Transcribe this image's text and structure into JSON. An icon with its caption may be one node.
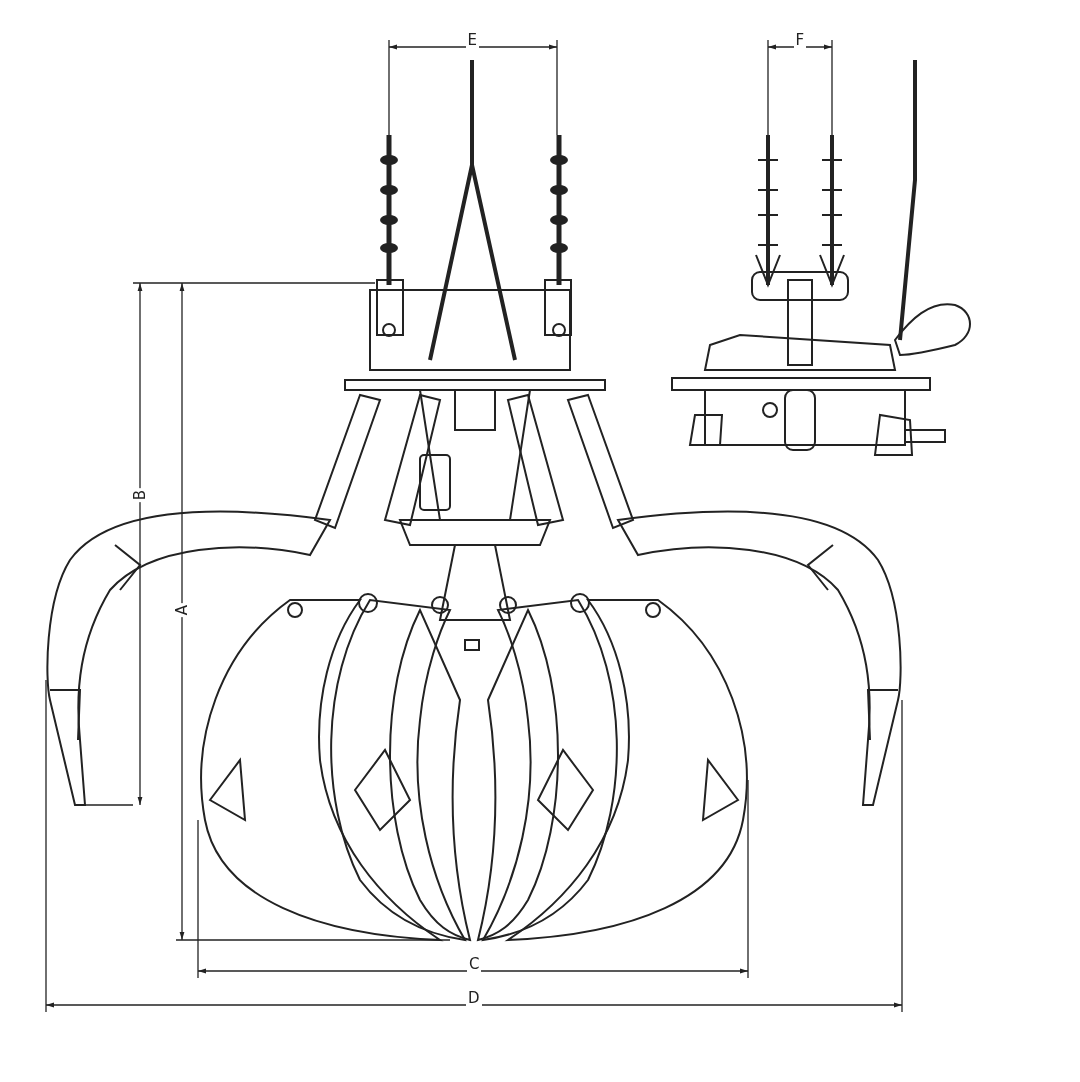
{
  "diagram": {
    "labels": [
      "E",
      "F",
      "B",
      "A",
      "C",
      "D"
    ]
  }
}
